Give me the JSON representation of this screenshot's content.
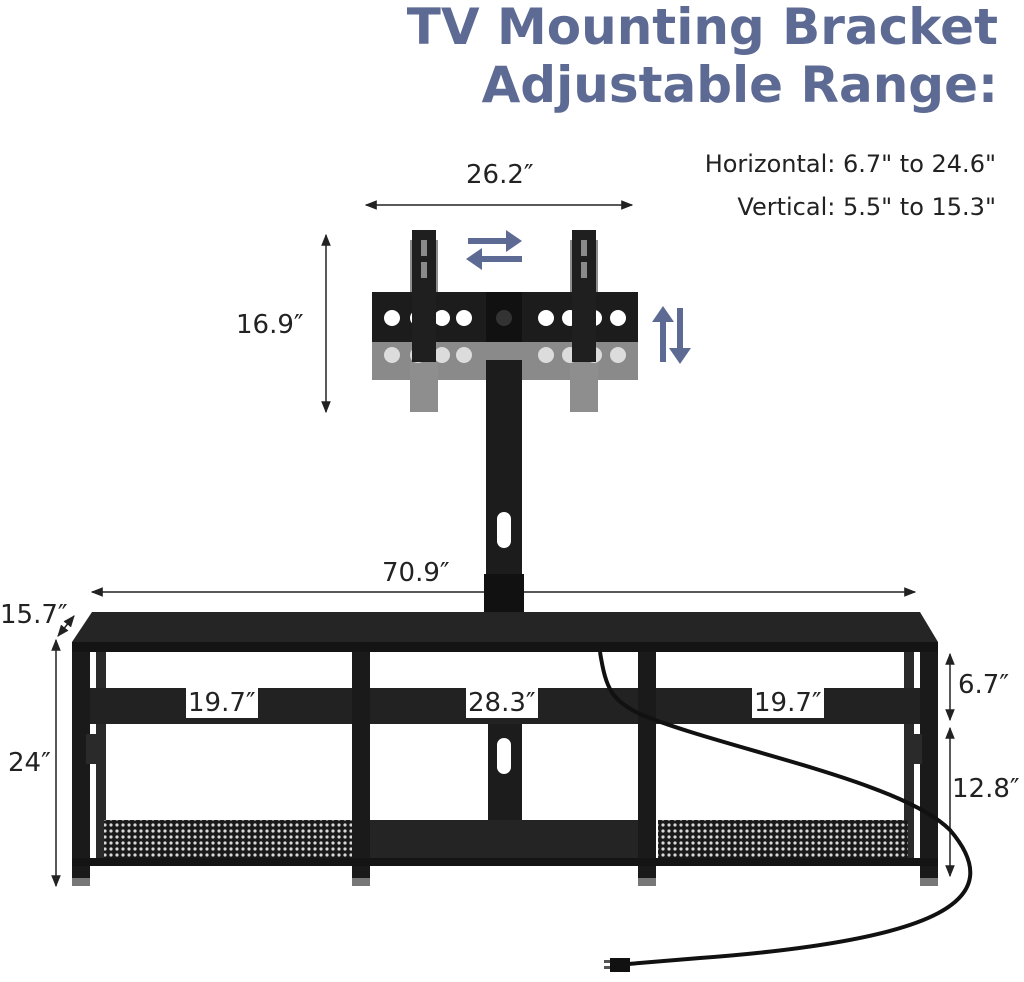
{
  "header": {
    "title_line1": "TV Mounting Bracket",
    "title_line2": "Adjustable Range:",
    "horizontal_range": "Horizontal: 6.7\" to 24.6\"",
    "vertical_range": "Vertical: 5.5\" to 15.3\""
  },
  "dimensions": {
    "bracket_width": "26.2″",
    "bracket_height": "16.9″",
    "stand_width": "70.9″",
    "stand_depth": "15.7″",
    "stand_height": "24″",
    "left_shelf_width": "19.7″",
    "middle_shelf_width": "28.3″",
    "right_shelf_width": "19.7″",
    "upper_gap": "6.7″",
    "lower_gap": "12.8″"
  },
  "colors": {
    "accent": "#5d6a93",
    "frame": "#1c1c1c",
    "shelf": "#242424",
    "bracket_shadow": "#8a8a8a"
  }
}
